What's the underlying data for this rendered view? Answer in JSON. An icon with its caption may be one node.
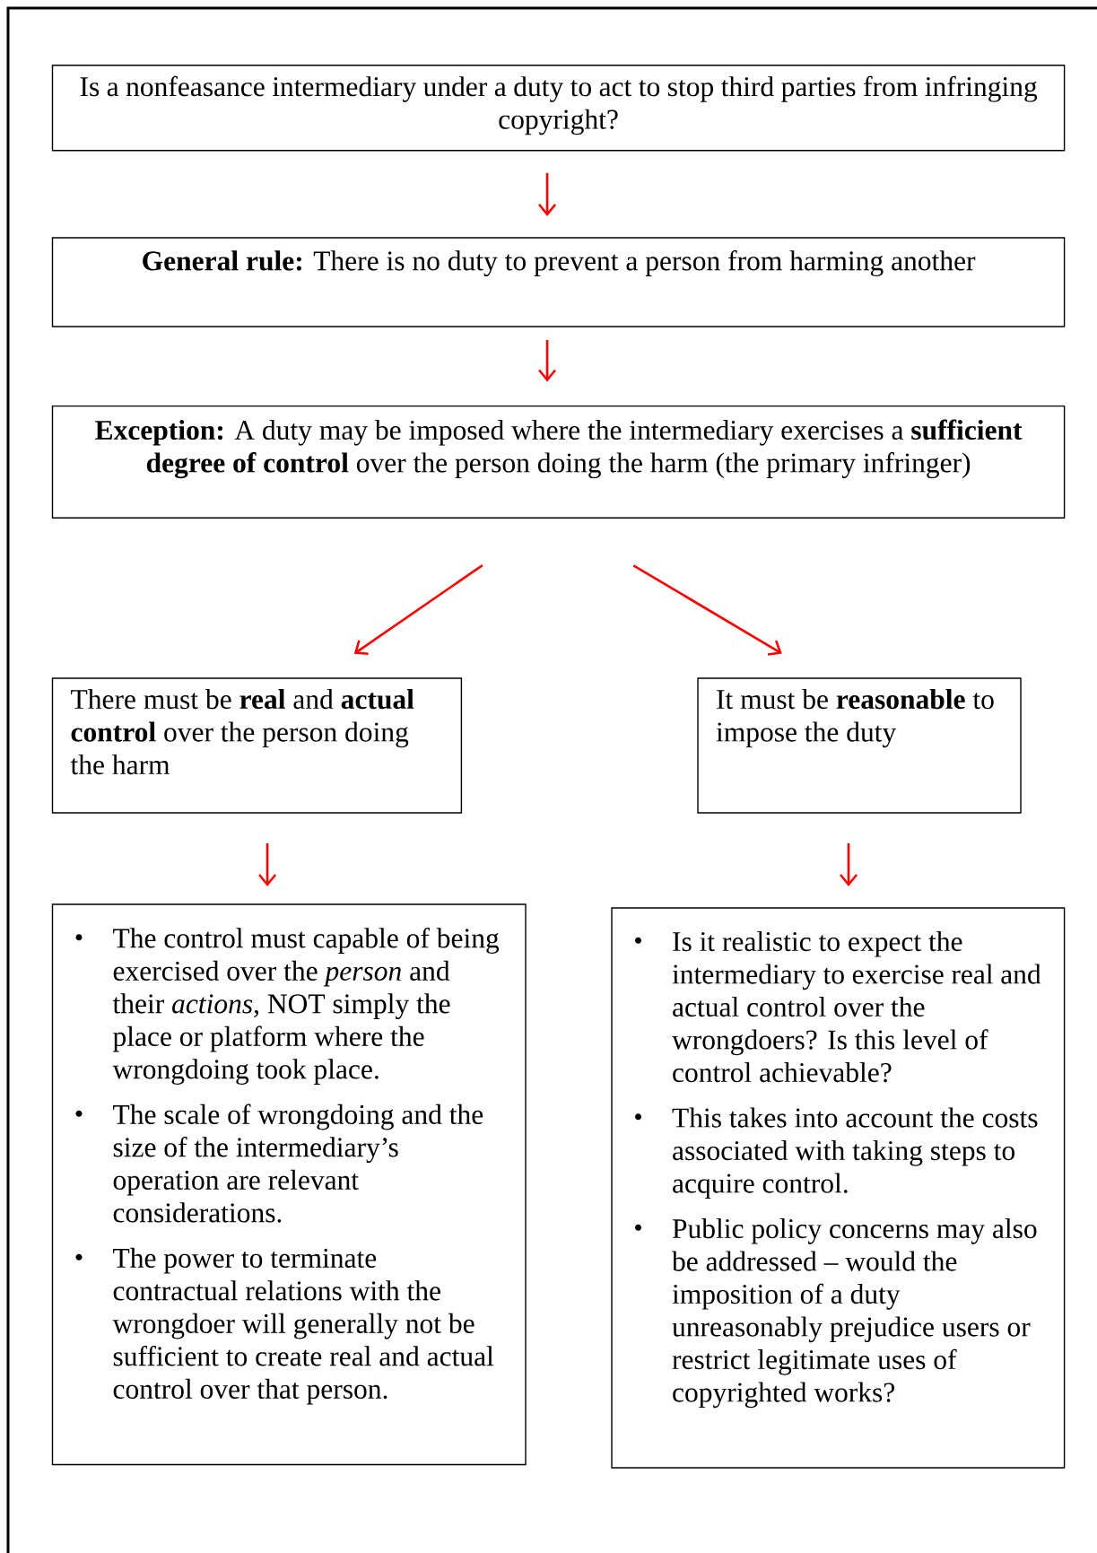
{
  "diagram": {
    "nodes": [
      {
        "text": [
          "Is a nonfeasance intermediary under a duty to act to stop third parties from infringing copyright?"
        ]
      },
      {
        "text": [
          "**General rule:** There is no duty to prevent a person from harming another"
        ]
      },
      {
        "text": [
          "**Exception:** A duty may be imposed where the intermediary exercises a **sufficient degree of control** over the person doing the harm (the primary infringer)"
        ]
      },
      {
        "text": [
          "There must be **real** and **actual control** over the person doing the harm"
        ]
      },
      {
        "text": [
          "It must be **reasonable** to impose the duty"
        ]
      },
      {
        "text": [
          "The control must capable of being exercised over the *person* and their *actions*, NOT simply the place or platform where the wrongdoing took place.",
          "The scale of wrongdoing and the size of the intermediary’s operation are relevant considerations.",
          "The power to terminate contractual relations with the wrongdoer will generally not be sufficient to create real and actual control over that person."
        ]
      },
      {
        "text": [
          "Is it realistic to expect the intermediary to exercise real and actual control over the wrongdoers? Is this level of control achievable?",
          "This takes into account the costs associated with taking steps to acquire control.",
          "Public policy concerns may also be addressed – would the imposition of a duty unreasonably prejudice users or restrict legitimate uses of copyrighted works?"
        ]
      }
    ],
    "edges": [
      {
        "from": 0,
        "to": 1,
        "arrow": "to"
      },
      {
        "from": 1,
        "to": 2,
        "arrow": "to"
      },
      {
        "from": 2,
        "to": 3,
        "arrow": "to"
      },
      {
        "from": 2,
        "to": 4,
        "arrow": "to"
      },
      {
        "from": 3,
        "to": 5,
        "arrow": "to"
      },
      {
        "from": 4,
        "to": 6,
        "arrow": "to"
      }
    ]
  }
}
